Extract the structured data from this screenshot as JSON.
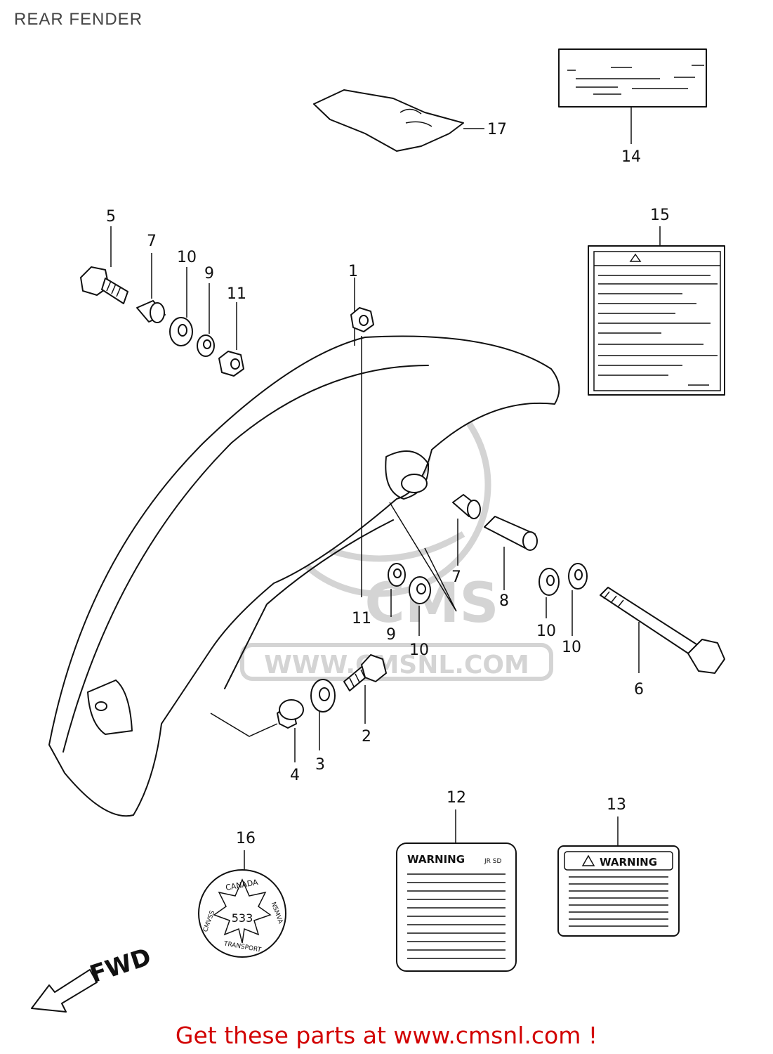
{
  "title": "REAR FENDER",
  "watermark": {
    "logo_text": "CMS",
    "url_text": "WWW.CMSNL.COM"
  },
  "parts": [
    {
      "id": "1",
      "name": "fender"
    },
    {
      "id": "2",
      "name": "bolt"
    },
    {
      "id": "3",
      "name": "washer"
    },
    {
      "id": "4",
      "name": "grommet"
    },
    {
      "id": "5",
      "name": "bolt"
    },
    {
      "id": "6",
      "name": "long-bolt"
    },
    {
      "id": "7",
      "name": "collar"
    },
    {
      "id": "8",
      "name": "collar"
    },
    {
      "id": "9",
      "name": "lock-washer"
    },
    {
      "id": "10",
      "name": "washer"
    },
    {
      "id": "11",
      "name": "nut"
    },
    {
      "id": "12",
      "name": "warning-label"
    },
    {
      "id": "13",
      "name": "warning-label"
    },
    {
      "id": "14",
      "name": "label"
    },
    {
      "id": "15",
      "name": "info-label"
    },
    {
      "id": "16",
      "name": "canada-label"
    },
    {
      "id": "17",
      "name": "pouch"
    }
  ],
  "labels": {
    "label12_text": "WARNING",
    "label12_code": "JR SD",
    "label13_text": "WARNING",
    "label16_top": "CANADA",
    "label16_center": "533",
    "label16_left": "CMVSS",
    "label16_right": "NSMVA",
    "label16_bottom": "TRANSPORT"
  },
  "direction_label": "FWD",
  "footer": "Get these parts at www.cmsnl.com !"
}
